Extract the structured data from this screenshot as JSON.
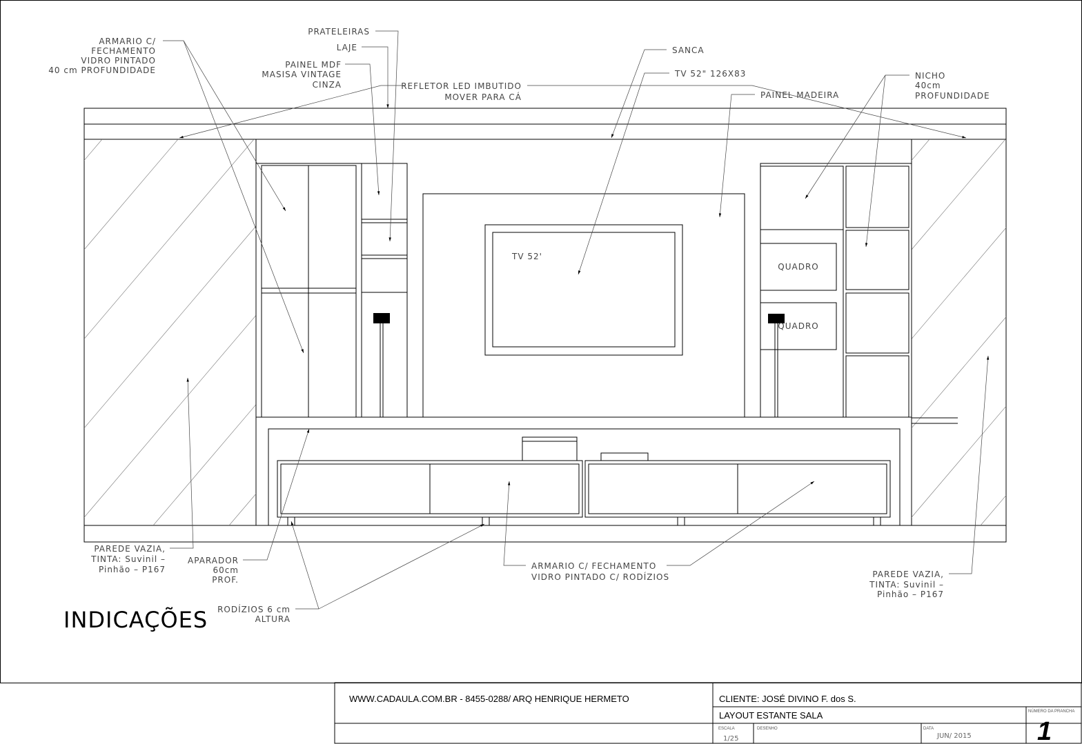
{
  "labels": {
    "armario_top": [
      "ARMARIO C/",
      "FECHAMENTO",
      "VIDRO PINTADO",
      "40 cm PROFUNDIDADE"
    ],
    "prateleiras": "PRATELEIRAS",
    "laje": "LAJE",
    "painel_mdf": [
      "PAINEL MDF",
      "MASISA VINTAGE",
      "CINZA"
    ],
    "refletor": [
      "REFLETOR LED IMBUTIDO",
      "MOVER PARA CÁ"
    ],
    "sanca": "SANCA",
    "tv_spec": "TV 52\" 126X83",
    "painel_madeira": "PAINEL MADEIRA",
    "nicho": [
      "NICHO",
      "40cm",
      "PROFUNDIDADE"
    ],
    "tv": "TV 52'",
    "quadro1": "QUADRO",
    "quadro2": "QUADRO",
    "parede_left": [
      "PAREDE VAZIA,",
      "TINTA: Suvinil –",
      "Pinhão – P167"
    ],
    "aparador": [
      "APARADOR",
      "60cm",
      "PROF."
    ],
    "rodizios": [
      "RODÍZIOS 6 cm",
      "ALTURA"
    ],
    "armario_bottom": [
      "ARMARIO C/ FECHAMENTO",
      "VIDRO PINTADO C/ RODÍZIOS"
    ],
    "parede_right": [
      "PAREDE VAZIA,",
      "TINTA: Suvinil –",
      "Pinhão – P167"
    ],
    "indicacoes": "INDICAÇÕES"
  },
  "title_block": {
    "author": "WWW.CADAULA.COM.BR - 8455-0288/ ARQ HENRIQUE HERMETO",
    "client": "CLIENTE: JOSÉ DIVINO F.  dos S.",
    "project": "LAYOUT ESTANTE SALA",
    "escala_label": "ESCALA",
    "escala": "1/25",
    "desenho_label": "DESENHO",
    "data_label": "DATA",
    "data": "JUN/ 2015",
    "prancha_label": "NÚMERO DA PRANCHA",
    "prancha": "1"
  }
}
